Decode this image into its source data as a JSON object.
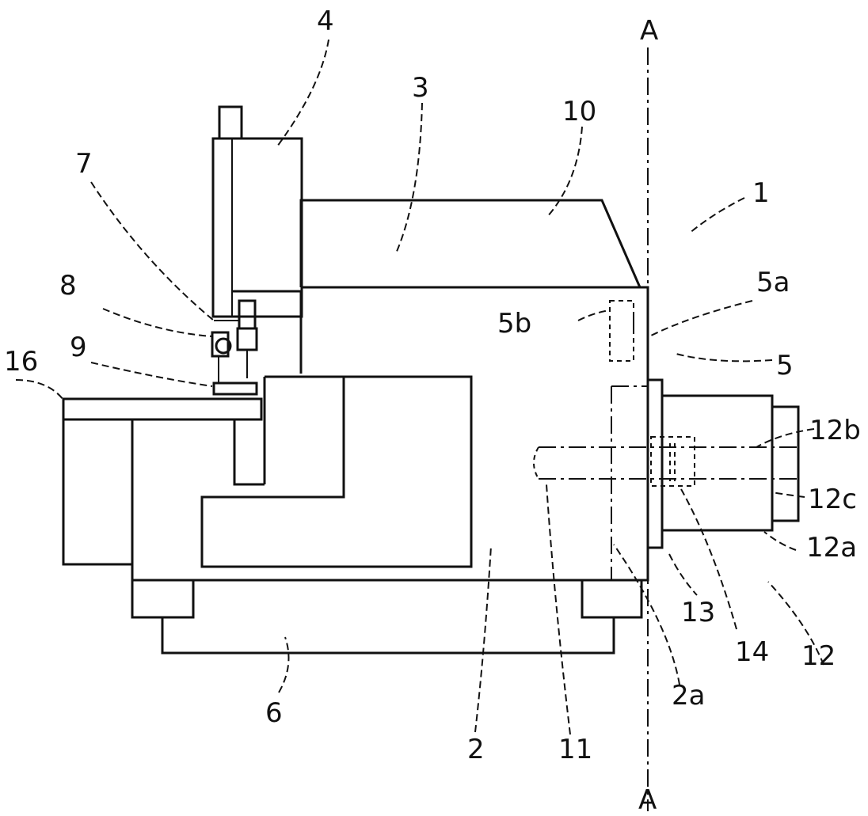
{
  "labels": {
    "l1": "1",
    "l2": "2",
    "l2a": "2a",
    "l3": "3",
    "l4": "4",
    "l5": "5",
    "l5a": "5a",
    "l5b": "5b",
    "l6": "6",
    "l7": "7",
    "l8": "8",
    "l9": "9",
    "l10": "10",
    "l11": "11",
    "l12": "12",
    "l12a": "12a",
    "l12b": "12b",
    "l12c": "12c",
    "l13": "13",
    "l14": "14",
    "l16": "16",
    "lA_top": "A",
    "lA_bot": "A"
  }
}
